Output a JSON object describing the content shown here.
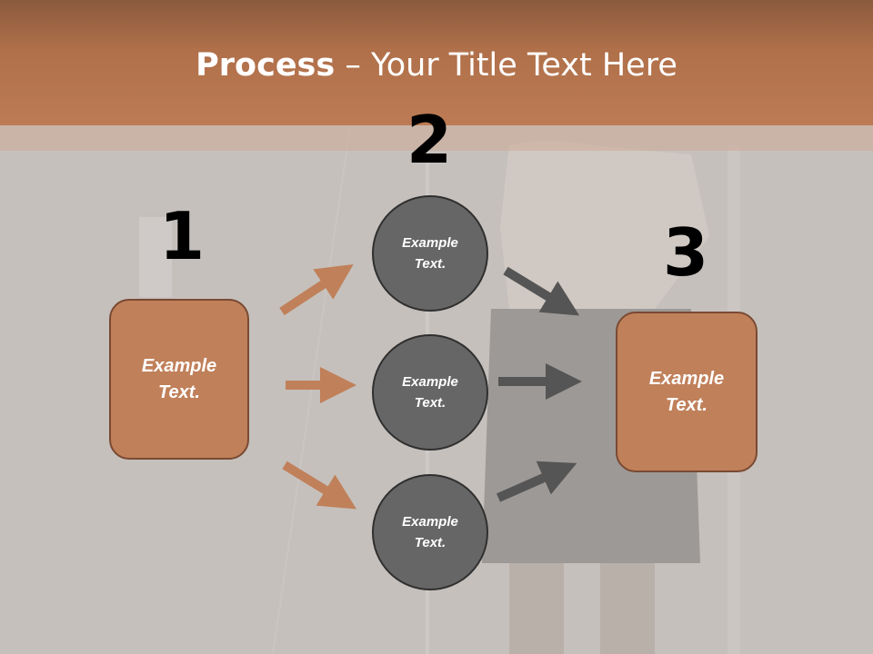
{
  "title": {
    "bold": "Process",
    "rest": " – Your Title Text Here"
  },
  "steps": {
    "one": "1",
    "two": "2",
    "three": "3"
  },
  "nodes": {
    "left_box": {
      "line1": "Example",
      "line2": "Text."
    },
    "circle_top": {
      "line1": "Example",
      "line2": "Text."
    },
    "circle_middle": {
      "line1": "Example",
      "line2": "Text."
    },
    "circle_bottom": {
      "line1": "Example",
      "line2": "Text."
    },
    "right_box": {
      "line1": "Example",
      "line2": "Text."
    }
  },
  "colors": {
    "accent": "#c0805a",
    "accent_border": "#7a4a32",
    "circle_fill": "#666666",
    "arrow_orange": "#c0805a",
    "arrow_gray": "#555555"
  }
}
